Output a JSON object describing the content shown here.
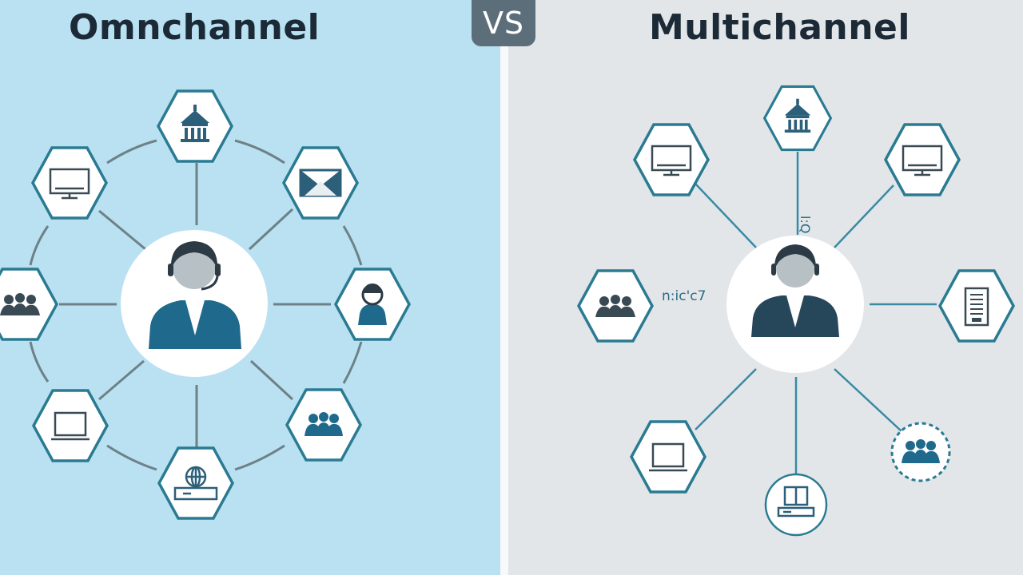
{
  "left": {
    "title": "Omnchannel"
  },
  "vs": {
    "label": "VS"
  },
  "right": {
    "title": "Multichannel",
    "stray_text": {
      "upper": "l:Q",
      "left": "n:ic'c7"
    }
  },
  "colors": {
    "left_bg": "#b9e1f1",
    "right_bg": "#e2e6e9",
    "hex_stroke": "#2a7b92",
    "icon_left": "#2c5f79",
    "agent_left": "#1f6a8c",
    "agent_right": "#26465a",
    "title": "#1b2a36",
    "vs_bg": "#5d6e7b"
  },
  "nodes": {
    "left": [
      "bank-icon",
      "email-icon",
      "agent-icon",
      "team-icon",
      "web-icon",
      "laptop-icon",
      "group-icon",
      "monitor-icon"
    ],
    "right": [
      "bank-icon",
      "monitor-icon",
      "document-icon",
      "team-icon",
      "web-icon",
      "laptop-icon",
      "group-icon",
      "monitor-icon"
    ]
  }
}
